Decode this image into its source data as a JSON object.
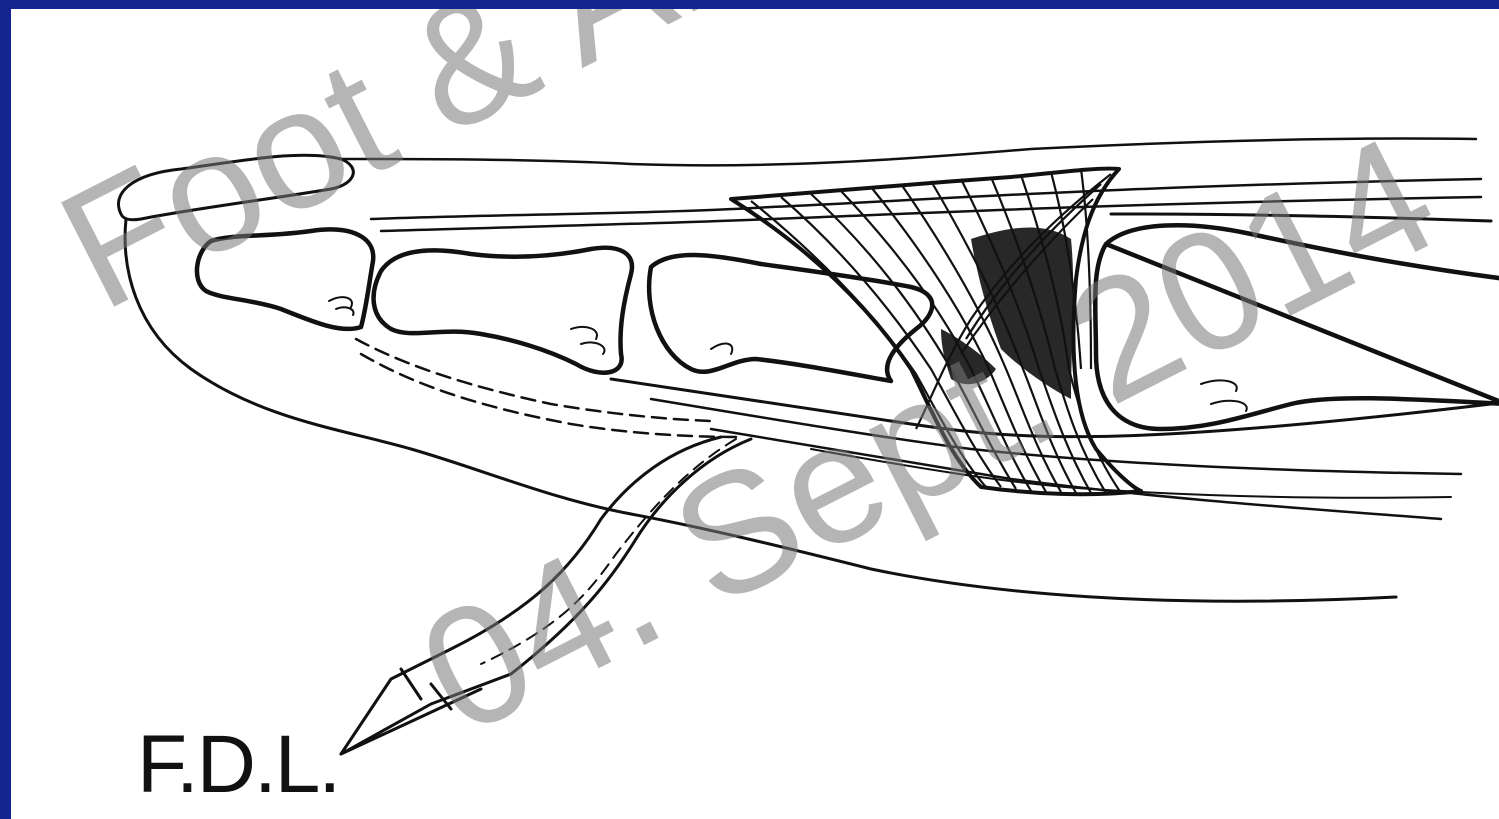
{
  "figure": {
    "label_fdl": "F.D.L.",
    "watermark_line1": "Foot & Ankle Surg",
    "watermark_line2": "04. Sept. 2014"
  },
  "colors": {
    "frame": "#14258f",
    "ink": "#111111",
    "watermark": "#787878"
  }
}
